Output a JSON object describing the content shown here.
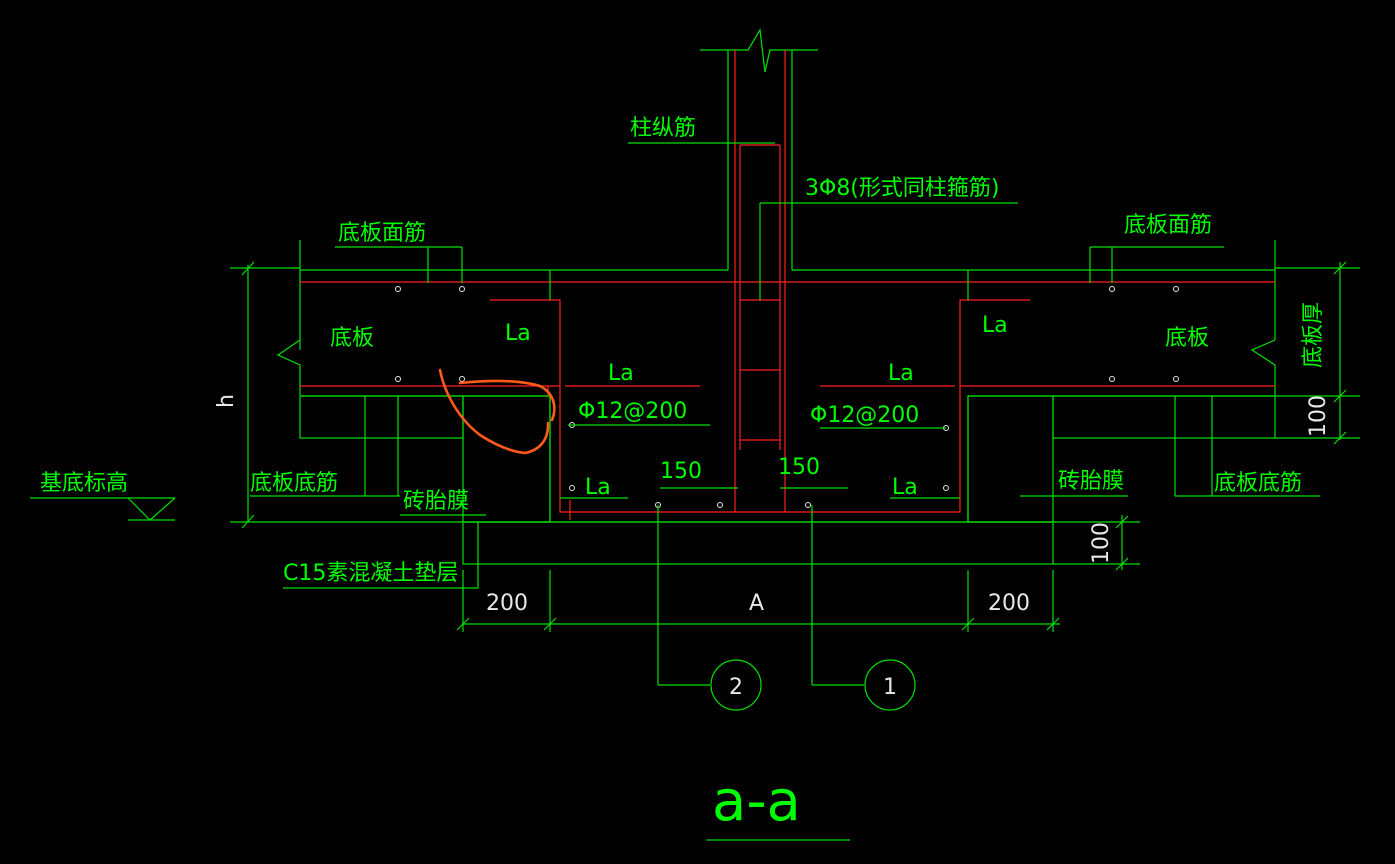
{
  "title": "a-a",
  "labels": {
    "column_bar": "柱纵筋",
    "stirrup": "3Φ8(形式同柱箍筋)",
    "top_bar_left": "底板面筋",
    "top_bar_right": "底板面筋",
    "slab_left": "底板",
    "slab_right": "底板",
    "slab_thickness": "底板厚",
    "bottom_bar_left": "底板底筋",
    "bottom_bar_right": "底板底筋",
    "base_elevation": "基底标高",
    "brick_form_left": "砖胎膜",
    "brick_form_right": "砖胎膜",
    "cushion": "C15素混凝土垫层",
    "la_1": "La",
    "la_2": "La",
    "la_3": "La",
    "la_4": "La",
    "la_5": "La",
    "la_6": "La",
    "rebar_left": "Φ12@200",
    "rebar_right": "Φ12@200",
    "dim_150_left": "150",
    "dim_150_right": "150",
    "dim_100_right": "100",
    "dim_100_bottom": "100",
    "dim_200_left": "200",
    "dim_200_right": "200",
    "dim_A": "A",
    "h": "h",
    "callout_1": "1",
    "callout_2": "2"
  },
  "colors": {
    "background": "#000000",
    "linework": "#00e000",
    "rebar": "#ff2020",
    "markup": "#ff5a1a",
    "dimension_text": "#e8e8e8"
  }
}
